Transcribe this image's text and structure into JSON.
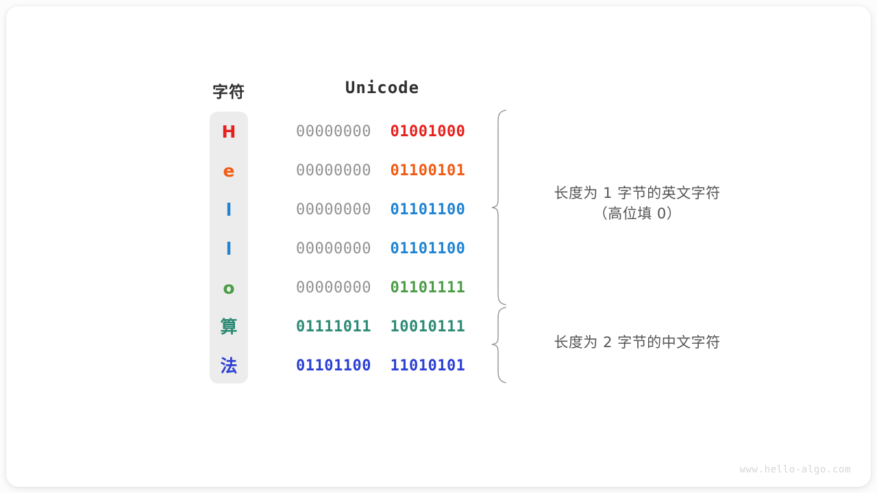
{
  "figure": {
    "title_char_column": "字符",
    "title_code_column": "Unicode",
    "watermark": "www.hello-algo.com"
  },
  "palette": {
    "red": "#e8201c",
    "orange": "#f15a12",
    "blue": "#1f83d2",
    "green": "#4a9c45",
    "teal": "#2c8a74",
    "indigo": "#2b3fd4",
    "gray_high_byte": "#909090",
    "char_column_bg": "#ececec",
    "annotation_text": "#555555",
    "brace_stroke": "#9a9a9a"
  },
  "rows": [
    {
      "char": "H",
      "script": "latin",
      "color": "#e8201c",
      "high_byte": "00000000",
      "low_byte": "01001000",
      "high_byte_filled": false
    },
    {
      "char": "e",
      "script": "latin",
      "color": "#f15a12",
      "high_byte": "00000000",
      "low_byte": "01100101",
      "high_byte_filled": false
    },
    {
      "char": "l",
      "script": "latin",
      "color": "#1f83d2",
      "high_byte": "00000000",
      "low_byte": "01101100",
      "high_byte_filled": false
    },
    {
      "char": "l",
      "script": "latin",
      "color": "#1f83d2",
      "high_byte": "00000000",
      "low_byte": "01101100",
      "high_byte_filled": false
    },
    {
      "char": "o",
      "script": "latin",
      "color": "#4a9c45",
      "high_byte": "00000000",
      "low_byte": "01101111",
      "high_byte_filled": false
    },
    {
      "char": "算",
      "script": "cjk",
      "color": "#2c8a74",
      "high_byte": "01111011",
      "low_byte": "10010111",
      "high_byte_filled": true
    },
    {
      "char": "法",
      "script": "cjk",
      "color": "#2b3fd4",
      "high_byte": "01101100",
      "low_byte": "11010101",
      "high_byte_filled": true
    }
  ],
  "annotations": [
    {
      "name": "ascii-group",
      "line1": "长度为 1 字节的英文字符",
      "line2": "（高位填 0）",
      "covers_rows": [
        0,
        1,
        2,
        3,
        4
      ]
    },
    {
      "name": "cjk-group",
      "line1": "长度为 2 字节的中文字符",
      "line2": "",
      "covers_rows": [
        5,
        6
      ]
    }
  ]
}
